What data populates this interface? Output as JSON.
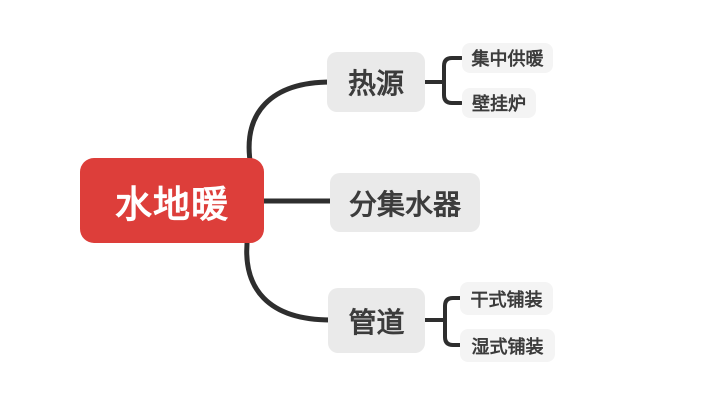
{
  "colors": {
    "canvas-bg": "#ffffff",
    "root-bg": "#dd3e3a",
    "root-text": "#ffffff",
    "branch-bg": "#eaeaea",
    "child-bg": "#f4f4f4",
    "node-text": "#3c3c3c",
    "line": "#2e2e2e"
  },
  "mindmap": {
    "root": {
      "label": "水地暖"
    },
    "branches": [
      {
        "label": "热源",
        "children": [
          {
            "label": "集中供暖"
          },
          {
            "label": "壁挂炉"
          }
        ]
      },
      {
        "label": "分集水器",
        "children": []
      },
      {
        "label": "管道",
        "children": [
          {
            "label": "干式铺装"
          },
          {
            "label": "湿式铺装"
          }
        ]
      }
    ]
  }
}
